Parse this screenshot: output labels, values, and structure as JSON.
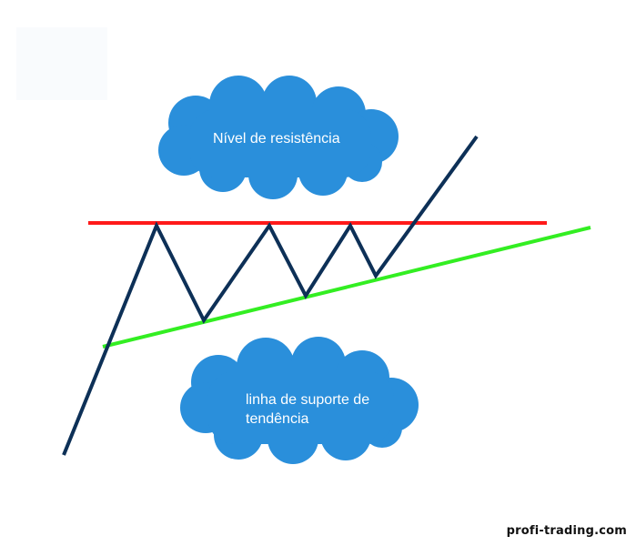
{
  "diagram": {
    "resistance_label": "Nível de resistência",
    "support_label": "linha de suporte de tendência",
    "watermark": "profi-trading.com"
  },
  "colors": {
    "resistance_line": "#ff1a1a",
    "support_line": "#33ee22",
    "price_line": "#0d3057",
    "cloud_fill": "#2a8fdb",
    "watermark_text": "#111111"
  }
}
